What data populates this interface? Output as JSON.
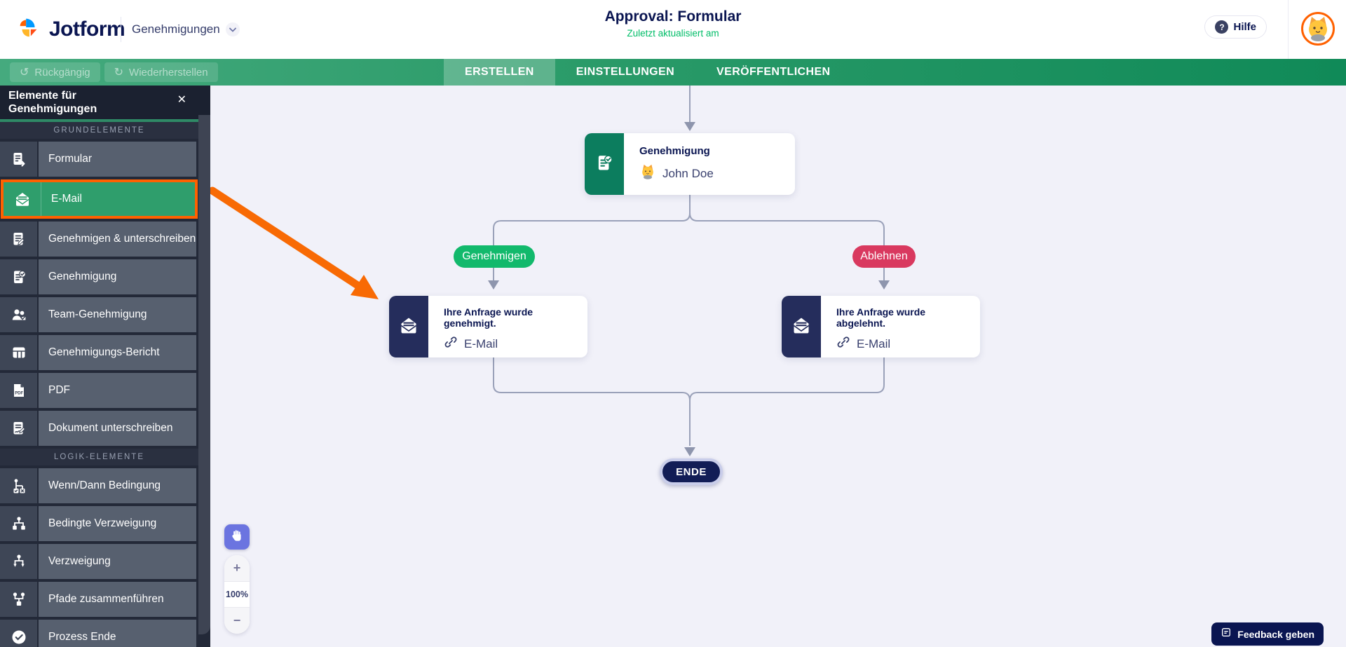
{
  "header": {
    "logo_text": "Jotform",
    "workspace_selector": "Genehmigungen",
    "title": "Approval: Formular",
    "subtitle": "Zuletzt aktualisiert am",
    "help_label": "Hilfe",
    "help_glyph": "?"
  },
  "toolbar": {
    "undo_label": "Rückgängig",
    "redo_label": "Wiederherstellen",
    "tabs": [
      {
        "label": "ERSTELLEN",
        "active": true
      },
      {
        "label": "EINSTELLUNGEN",
        "active": false
      },
      {
        "label": "VERÖFFENTLICHEN",
        "active": false
      }
    ]
  },
  "sidebar": {
    "title": "Elemente für Genehmigungen",
    "close_glyph": "✕",
    "pdf_icon_text": "PDF",
    "sections": [
      {
        "label": "GRUNDELEMENTE",
        "items": [
          {
            "label": "Formular"
          },
          {
            "label": "E-Mail",
            "selected": true
          },
          {
            "label": "Genehmigen & unterschreiben"
          },
          {
            "label": "Genehmigung"
          },
          {
            "label": "Team-Genehmigung"
          },
          {
            "label": "Genehmigungs-Bericht"
          },
          {
            "label": "PDF"
          },
          {
            "label": "Dokument unterschreiben"
          }
        ]
      },
      {
        "label": "LOGIK-ELEMENTE",
        "items": [
          {
            "label": "Wenn/Dann Bedingung"
          },
          {
            "label": "Bedingte Verzweigung"
          },
          {
            "label": "Verzweigung"
          },
          {
            "label": "Pfade zusammenführen"
          },
          {
            "label": "Prozess Ende"
          }
        ]
      }
    ]
  },
  "flow": {
    "approval_node": {
      "title": "Genehmigung",
      "assignee": "John Doe"
    },
    "approve_branch_label": "Genehmigen",
    "deny_branch_label": "Ablehnen",
    "approved_email_node": {
      "title": "Ihre Anfrage wurde genehmigt.",
      "subtitle": "E-Mail"
    },
    "denied_email_node": {
      "title": "Ihre Anfrage wurde abgelehnt.",
      "subtitle": "E-Mail"
    },
    "end_label": "ENDE"
  },
  "zoom_controls": {
    "zoom_in": "+",
    "zoom_level": "100%",
    "zoom_out": "−"
  },
  "feedback_label": "Feedback geben",
  "icons": {
    "undo": "↺",
    "redo": "↻"
  },
  "colors": {
    "accent_orange": "#ff6100",
    "toolbar_green": "#2c9c6a",
    "approve_green": "#12b96c",
    "deny_red": "#d9395f",
    "navy": "#0a1551",
    "approval_block_green": "#0c7d5e",
    "email_block_navy": "#252d5c",
    "canvas_bg": "#f1f1f9",
    "subtitle_green": "#00bd68"
  }
}
